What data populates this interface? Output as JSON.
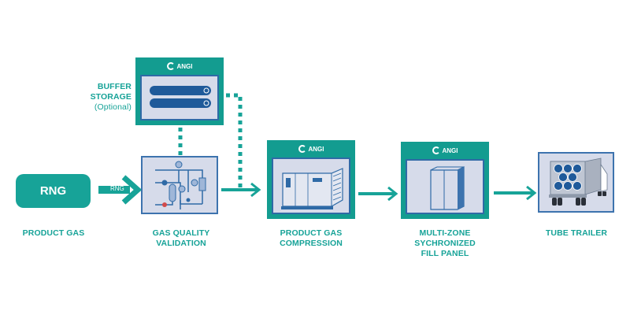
{
  "colors": {
    "teal": "#17a398",
    "box_teal": "#139c90",
    "panel": "#d6dbea",
    "blue": "#2f6aa6",
    "tank": "#1f5a9a"
  },
  "brand": "ANGI",
  "nodes": {
    "rng": {
      "pill": "RNG",
      "label": "PRODUCT GAS",
      "arrow_label": "RNG"
    },
    "buffer": {
      "label_line1": "BUFFER",
      "label_line2": "STORAGE",
      "label_line3": "(Optional)",
      "icon": "storage-tanks-icon"
    },
    "gas_quality": {
      "label_line1": "GAS QUALITY",
      "label_line2": "VALIDATION",
      "icon": "piping-schematic-icon"
    },
    "compression": {
      "label_line1": "PRODUCT GAS",
      "label_line2": "COMPRESSION",
      "icon": "compressor-unit-icon"
    },
    "fill_panel": {
      "label_line1": "MULTI-ZONE",
      "label_line2": "SYCHRONIZED",
      "label_line3": "FILL PANEL",
      "icon": "fill-panel-cabinet-icon"
    },
    "tube_trailer": {
      "label": "TUBE TRAILER",
      "icon": "tube-trailer-icon"
    }
  }
}
